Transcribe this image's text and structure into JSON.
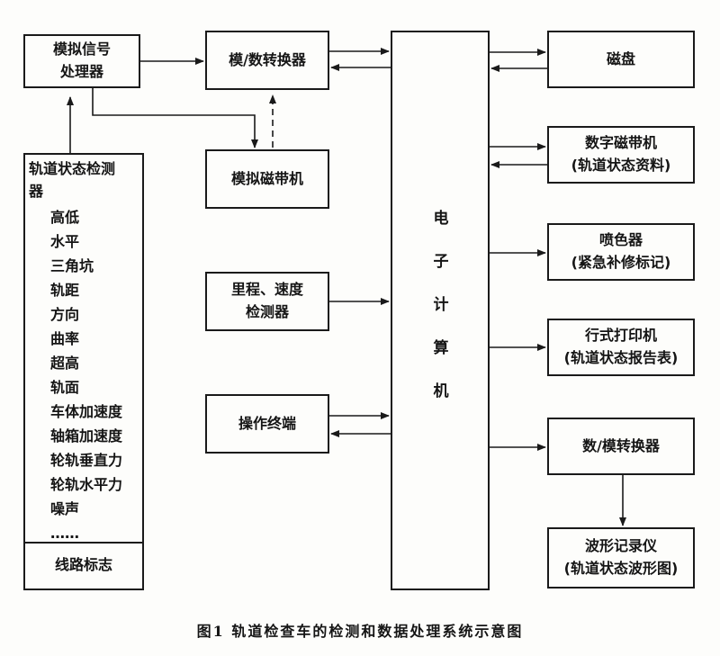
{
  "diagram": {
    "boxes": {
      "analog_processor": [
        "模拟信号",
        "处理器"
      ],
      "ad_converter": [
        "模/数转换器"
      ],
      "analog_tape": [
        "模拟磁带机"
      ],
      "mileage_detector": [
        "里程、速度",
        "检测器"
      ],
      "operator_terminal": [
        "操作终端"
      ],
      "disk": [
        "磁盘"
      ],
      "digital_tape": [
        "数字磁带机",
        "(轨道状态资料)"
      ],
      "sprayer": [
        "喷色器",
        "(紧急补修标记)"
      ],
      "line_printer": [
        "行式打印机",
        "(轨道状态报告表)"
      ],
      "da_converter": [
        "数/模转换器"
      ],
      "waveform_recorder": [
        "波形记录仪",
        "(轨道状态波形图)"
      ],
      "line_marker": [
        "线路标志"
      ]
    },
    "detector": {
      "title": [
        "轨道状态检测",
        "器"
      ],
      "items": [
        "高低",
        "水平",
        "三角坑",
        "轨距",
        "方向",
        "曲率",
        "超高",
        "轨面",
        "车体加速度",
        "轴箱加速度",
        "轮轨垂直力",
        "轮轨水平力",
        "噪声",
        "……"
      ]
    },
    "computer": [
      "电",
      "子",
      "计",
      "算",
      "机"
    ],
    "caption": "图1  轨道检查车的检测和数据处理系统示意图"
  }
}
